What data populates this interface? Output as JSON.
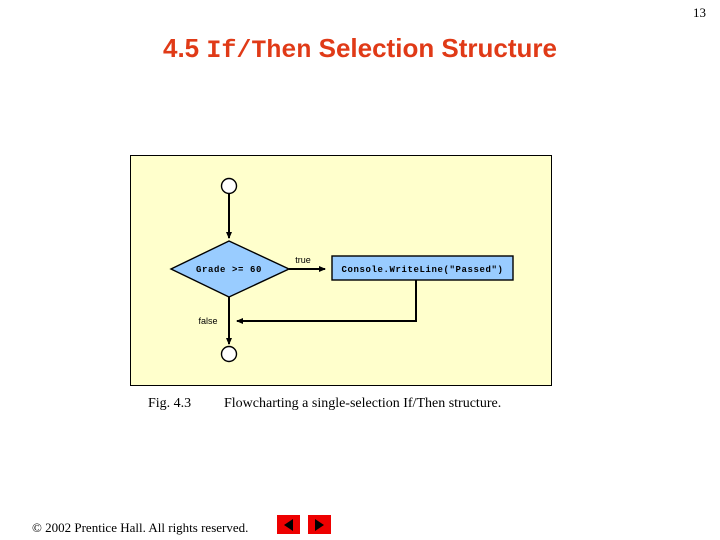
{
  "slide": {
    "page_number": "13",
    "title_prefix": "4.5 ",
    "title_mono": "If/Then",
    "title_suffix": " Selection Structure",
    "title_color": "#E03A17"
  },
  "figure": {
    "panel_bg": "#FFFFCC",
    "node_fill": "#99CCFF",
    "caption_number": "Fig. 4.3",
    "caption_text": "Flowcharting a single-selection If/Then structure.",
    "nodes": [
      {
        "id": "start-connector",
        "type": "connector",
        "label": ""
      },
      {
        "id": "decision",
        "type": "decision",
        "label": "Grade >= 60"
      },
      {
        "id": "process",
        "type": "process",
        "label": "Console.WriteLine(\"Passed\")"
      },
      {
        "id": "end-connector",
        "type": "connector",
        "label": ""
      }
    ],
    "edge_labels": {
      "true_branch": "true",
      "false_branch": "false"
    }
  },
  "footer": {
    "copyright": "© 2002 Prentice Hall.  All rights reserved.",
    "prev_button": "previous-slide",
    "next_button": "next-slide"
  }
}
